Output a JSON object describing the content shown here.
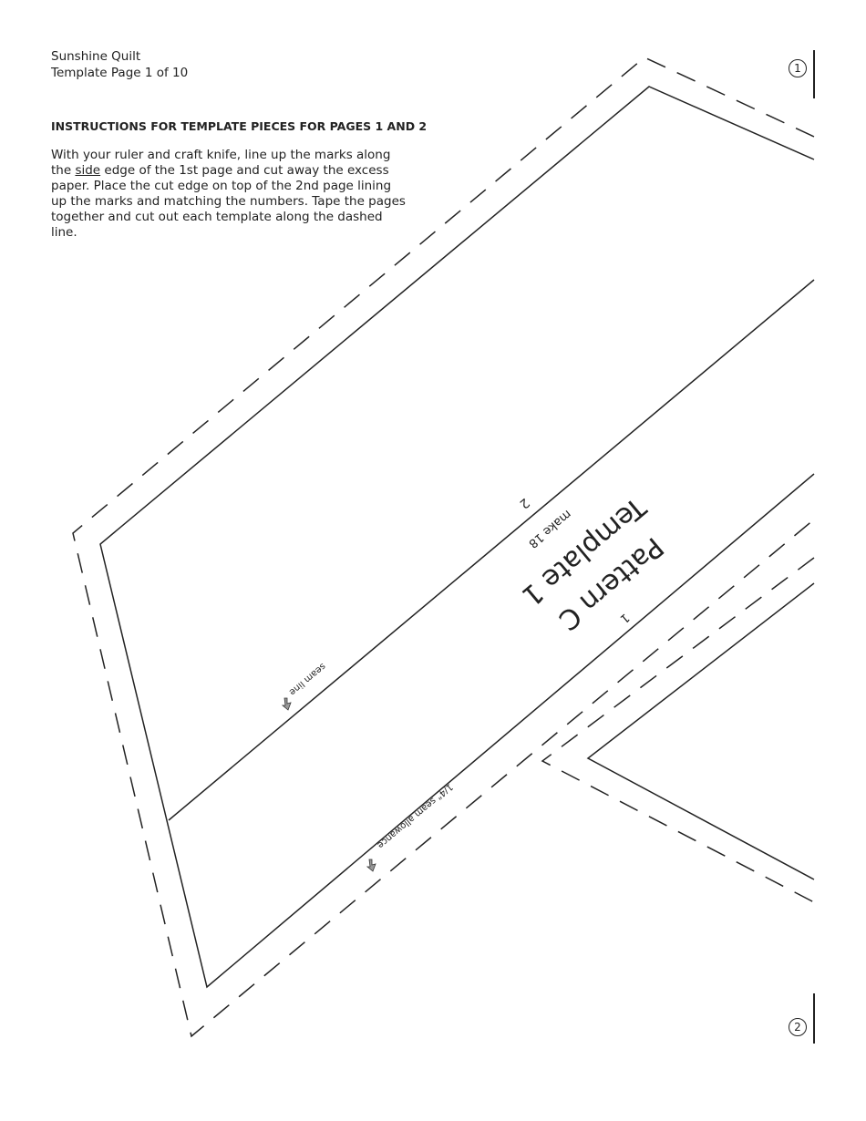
{
  "header": {
    "title": "Sunshine Quilt",
    "page": "Template Page 1 of 10"
  },
  "instructions": {
    "title": "INSTRUCTIONS FOR TEMPLATE PIECES FOR PAGES 1 AND 2",
    "before": "With your ruler and craft knife, line up the marks along the ",
    "underlined": "side",
    "after": " edge of the 1st page and cut away the excess paper. Place the cut edge on top of the 2nd page lining up the marks and matching the numbers. Tape the pages together and cut out each template along the dashed line."
  },
  "template": {
    "pattern": "Pattern C",
    "name": "Template 1",
    "quantity": "make 18",
    "edge_number_top": "2",
    "edge_number_bottom": "1",
    "seam_line_label": "seam line",
    "seam_allowance_label": "1/4\" seam allowance"
  },
  "page_marks": {
    "top": "1",
    "bottom": "2"
  }
}
